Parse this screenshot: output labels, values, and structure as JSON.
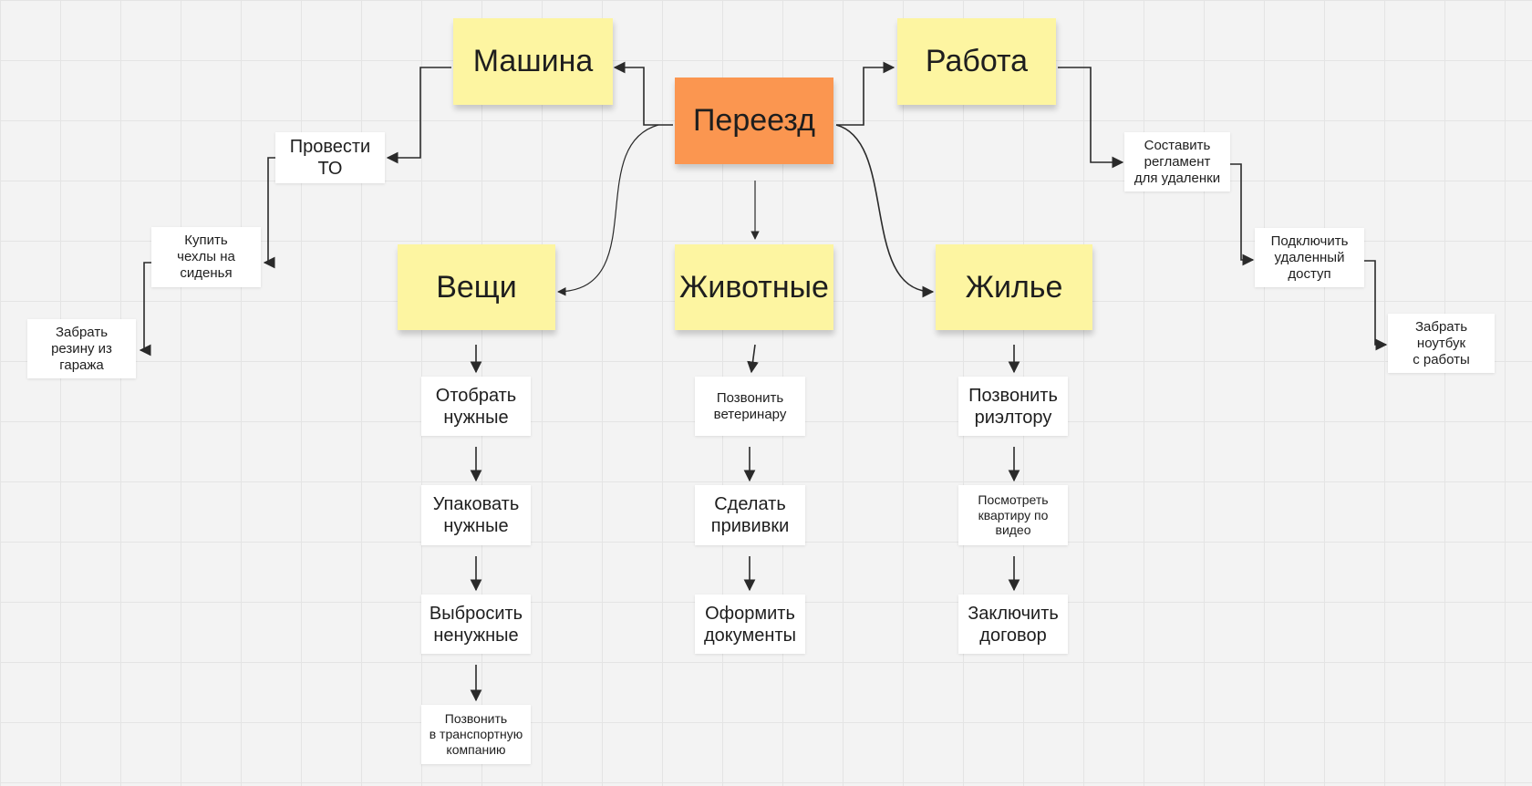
{
  "center": {
    "label": "Переезд"
  },
  "topics": {
    "car": "Машина",
    "work": "Работа",
    "things": "Вещи",
    "pets": "Животные",
    "housing": "Жилье"
  },
  "tasks": {
    "car": [
      "Провести\nТО",
      "Купить\nчехлы на\nсиденья",
      "Забрать\nрезину из\nгаража"
    ],
    "work": [
      "Составить\nрегламент\nдля удаленки",
      "Подключить\nудаленный\nдоступ",
      "Забрать\nноутбук\nс работы"
    ],
    "things": [
      "Отобрать\nнужные",
      "Упаковать\nнужные",
      "Выбросить\nненужные",
      "Позвонить\nв транспортную\nкомпанию"
    ],
    "pets": [
      "Позвонить\nветеринару",
      "Сделать\nпрививки",
      "Оформить\nдокументы"
    ],
    "housing": [
      "Позвонить\nриэлтору",
      "Посмотреть\nквартиру по\nвидео",
      "Заключить\nдоговор"
    ]
  },
  "colors": {
    "sticky_yellow": "#fdf5a1",
    "sticky_orange": "#fb9650",
    "card": "#ffffff",
    "connector": "#2a2a2a",
    "background": "#f3f3f3"
  }
}
